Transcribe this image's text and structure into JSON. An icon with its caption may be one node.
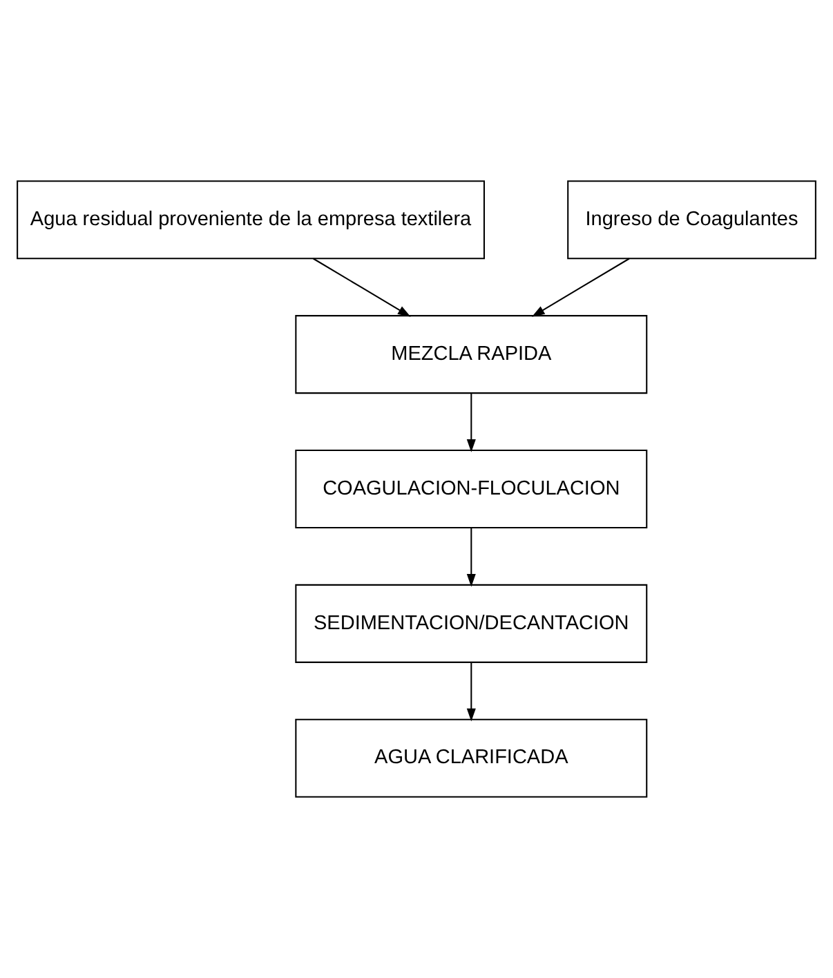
{
  "diagram": {
    "nodes": [
      {
        "text": [
          "Agua residual proveniente de la empresa textilera"
        ]
      },
      {
        "text": [
          "Ingreso de Coagulantes"
        ]
      },
      {
        "text": [
          "MEZCLA RAPIDA"
        ]
      },
      {
        "text": [
          "COAGULACION-FLOCULACION"
        ]
      },
      {
        "text": [
          "SEDIMENTACION/DECANTACION"
        ]
      },
      {
        "text": [
          "AGUA CLARIFICADA"
        ]
      }
    ],
    "edges": [
      {
        "from": 0,
        "to": 2,
        "arrow": "to"
      },
      {
        "from": 1,
        "to": 2,
        "arrow": "to"
      },
      {
        "from": 2,
        "to": 3,
        "arrow": "to"
      },
      {
        "from": 3,
        "to": 4,
        "arrow": "to"
      },
      {
        "from": 4,
        "to": 5,
        "arrow": "to"
      }
    ]
  }
}
